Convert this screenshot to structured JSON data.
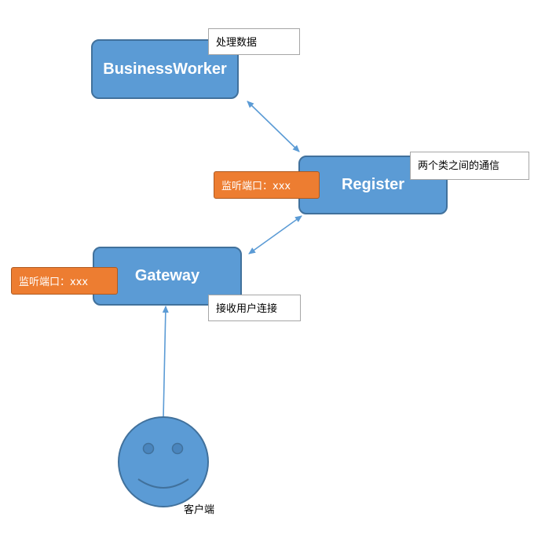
{
  "nodes": {
    "business_worker": "BusinessWorker",
    "register": "Register",
    "gateway": "Gateway"
  },
  "notes": {
    "business_worker": "处理数据",
    "register": "两个类之间的通信",
    "gateway": "接收用户连接"
  },
  "ports": {
    "register": "监听端口：xxx",
    "gateway": "监听端口：xxx"
  },
  "client": {
    "label": "客户端"
  },
  "colors": {
    "node_fill": "#5b9bd5",
    "node_border": "#41719c",
    "port_fill": "#ed7d31",
    "arrow": "#5b9bd5"
  }
}
